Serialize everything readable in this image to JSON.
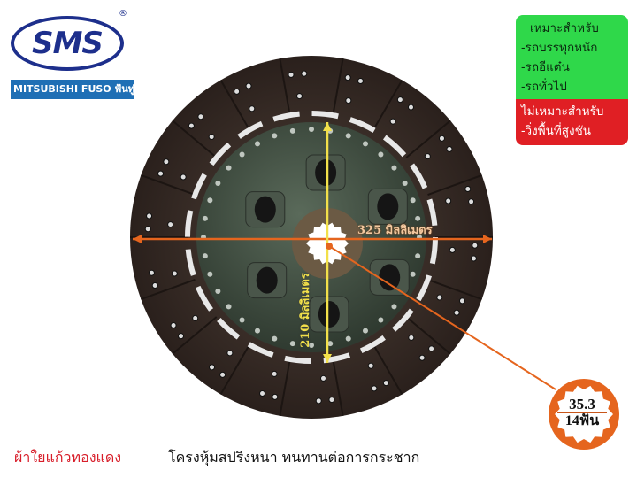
{
  "brand": {
    "logo": "SMS",
    "registered": "®",
    "band": "MITSUBISHI FUSO ฟันทู่",
    "color": "#1d2f8c",
    "band_color": "#1f6fb5"
  },
  "suitability": {
    "suitable_heading": "เหมาะสำหรับ",
    "suitable": [
      "-รถบรรทุกหนัก",
      "-รถอีแต๋น",
      "-รถทั่วไป"
    ],
    "unsuitable_heading": "ไม่เหมาะสำหรับ",
    "unsuitable": [
      "-วิ่งพื้นที่สูงชัน"
    ],
    "suitable_color": "#2fd84a",
    "unsuitable_color": "#e01f24"
  },
  "dimensions": {
    "outer_diameter": "325 มิลลิเมตร",
    "inner_diameter": "210 มิลลิเมตร"
  },
  "spline": {
    "size": "35.3",
    "teeth": "14ฟัน",
    "color": "#e5651e"
  },
  "captions": {
    "facing": "ผ้าใยแก้วทองแดง",
    "feature": "โครงหุ้มสปริงหนา ทนทานต่อการกระชาก"
  }
}
